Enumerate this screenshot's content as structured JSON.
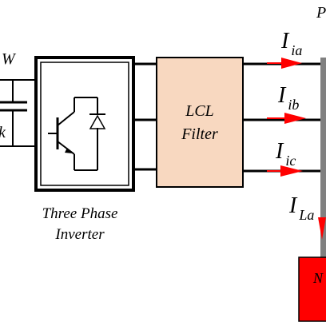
{
  "labels": {
    "top_right_partial": "P",
    "left_top_partial": "W",
    "left_mid_partial": "k",
    "filter_line1": "LCL",
    "filter_line2": "Filter",
    "inverter_line1": "Three Phase",
    "inverter_line2": "Inverter",
    "load_partial": "N"
  },
  "currents": [
    {
      "symbol": "I",
      "subscript": "ia"
    },
    {
      "symbol": "I",
      "subscript": "ib"
    },
    {
      "symbol": "I",
      "subscript": "ic"
    },
    {
      "symbol": "I",
      "subscript": "La"
    }
  ],
  "colors": {
    "filter_fill": "#f8d8c0",
    "arrow": "#ff0000",
    "load_fill": "#ff0000",
    "bus": "#808080",
    "line": "#000000"
  },
  "icons": {
    "switch": "igbt-with-diode-icon",
    "capacitor": "capacitor-icon"
  }
}
